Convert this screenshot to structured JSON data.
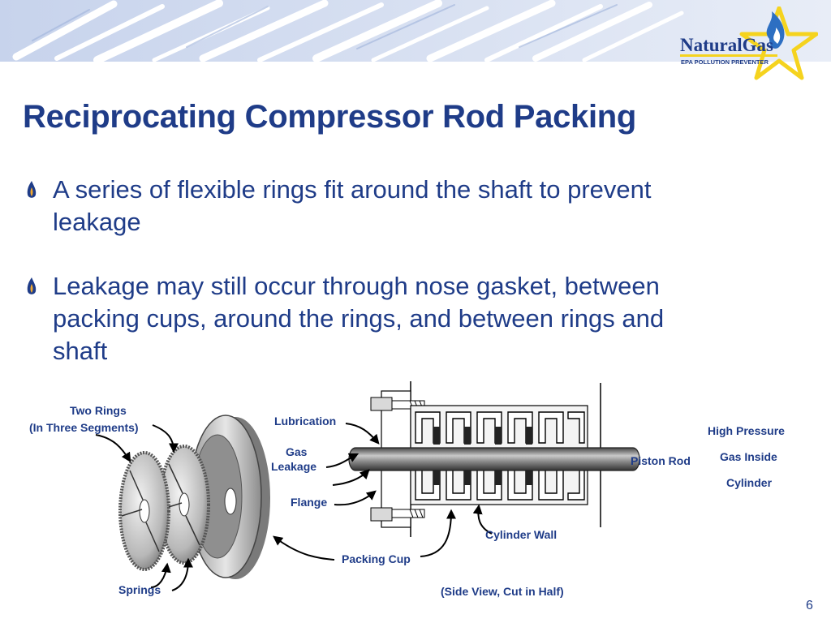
{
  "slide": {
    "title": "Reciprocating Compressor Rod Packing",
    "page_number": "6"
  },
  "logo": {
    "brand": "NaturalGas",
    "tagline": "EPA POLLUTION PREVENTER"
  },
  "bullets": [
    {
      "text": "A series of flexible rings fit around the shaft to prevent leakage"
    },
    {
      "text": "Leakage may still occur through nose gasket, between packing cups, around the rings, and between rings and shaft"
    }
  ],
  "diagram": {
    "labels": {
      "two_rings": "Two Rings",
      "three_segments": "(In Three Segments)",
      "springs": "Springs",
      "lubrication": "Lubrication",
      "gas": "Gas",
      "leakage": "Leakage",
      "flange": "Flange",
      "packing_cup": "Packing Cup",
      "cylinder_wall": "Cylinder Wall",
      "piston_rod": "Piston Rod",
      "high_pressure": "High Pressure",
      "gas_inside": "Gas Inside",
      "cylinder": "Cylinder",
      "caption": "(Side View, Cut in Half)"
    }
  },
  "colors": {
    "title": "#1f3c88",
    "banner_blue": "#b9c8e6",
    "logo_star": "#f5d31e",
    "logo_flame": "#2d6fc2"
  }
}
